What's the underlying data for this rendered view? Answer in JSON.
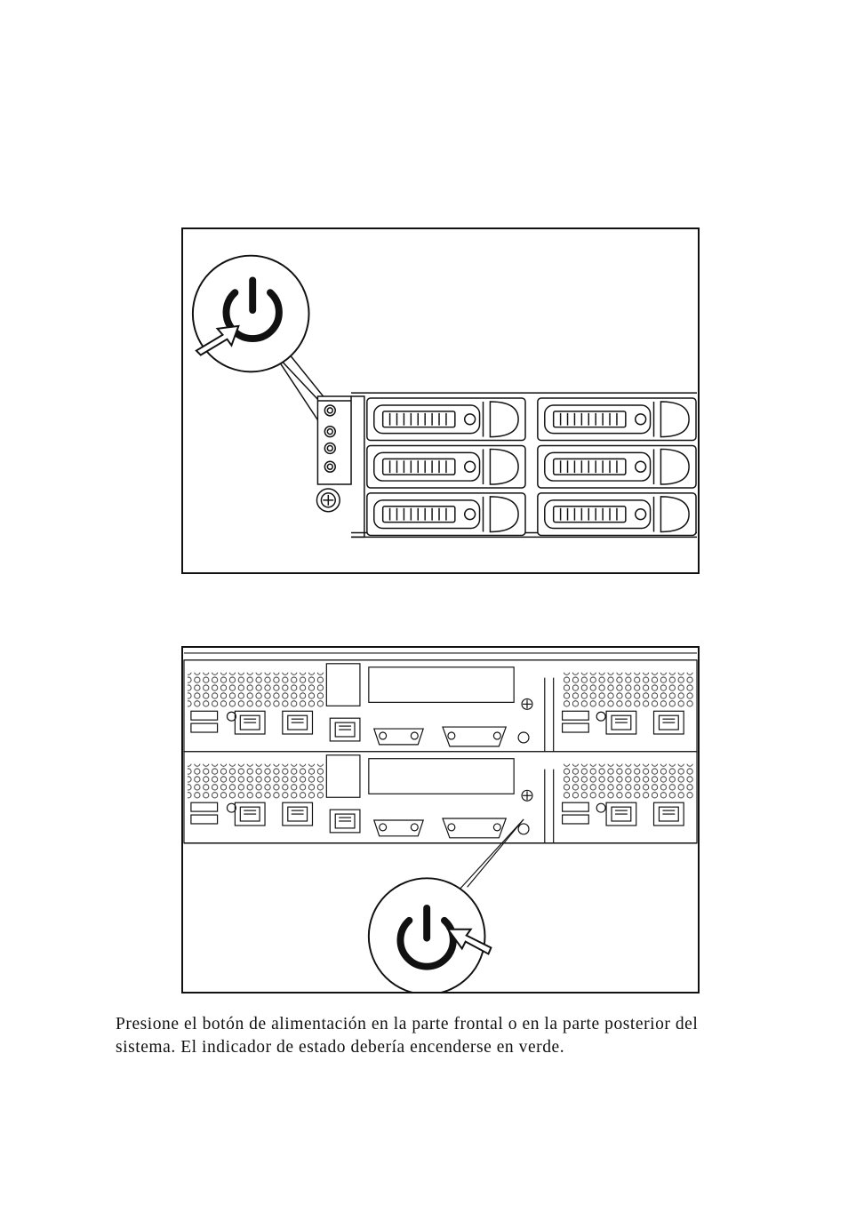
{
  "figures": [
    {
      "view": "front",
      "icon": "power-icon",
      "pointer": "arrow-icon"
    },
    {
      "view": "rear",
      "icon": "power-icon",
      "pointer": "arrow-icon"
    }
  ],
  "caption": {
    "line1": "Presione el botón de alimentación en la parte frontal o en la parte posterior del",
    "line2": "sistema. El indicador de estado debería encenderse en verde."
  }
}
